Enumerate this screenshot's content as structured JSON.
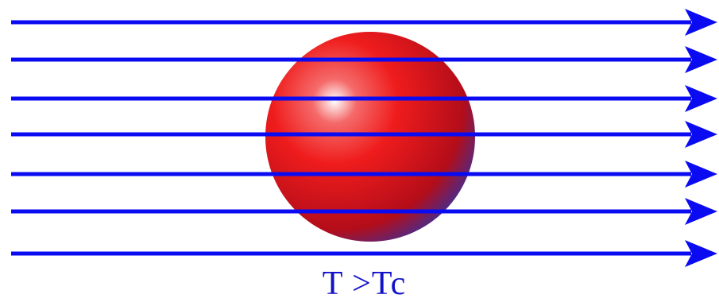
{
  "condition_label": "T >Tc",
  "colors": {
    "field_line": "#0b0bf2",
    "sphere_highlight": "#ffffff",
    "sphere_mid": "#ef1c1c",
    "sphere_dark": "#b30d1a",
    "sphere_rim": "#4a2a8a",
    "label_text": "#1212c8"
  },
  "field_line_count": 7,
  "field_direction": "left-to-right"
}
